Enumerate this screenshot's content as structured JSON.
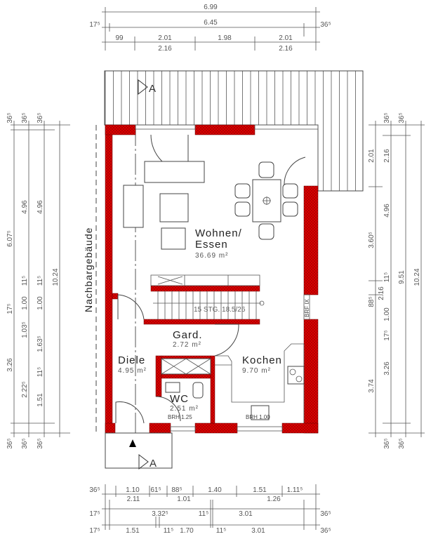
{
  "colors": {
    "wall": "#e00000",
    "line": "#444444",
    "background": "#ffffff"
  },
  "neighbor_label": "Nachbargebäude",
  "section_marker": "A",
  "rooms": {
    "wohnen_line1": "Wohnen/",
    "wohnen_line2": "Essen",
    "wohnen_area": "36.69 m²",
    "gard": "Gard.",
    "gard_area": "2.72 m²",
    "diele": "Diele",
    "diele_area": "4.95 m²",
    "kochen": "Kochen",
    "kochen_area": "9.70 m²",
    "wc": "WC",
    "wc_area": "2.51 m²"
  },
  "annotations": {
    "stair": "15 STG. 18.5/26",
    "brh_wc": "BRH 1.25",
    "brh_kitchen": "BRH 1.00",
    "window_right": "BRF IX"
  },
  "dimensions": {
    "top": [
      "6.99",
      "17⁵",
      "6.45",
      "36⁵",
      "99",
      "2.01",
      "1.98",
      "2.01",
      "2.16",
      "2.16"
    ],
    "bottom": [
      "36⁵",
      "1.10",
      "61⁵",
      "88⁵",
      "1.40",
      "1.51",
      "1.11⁵",
      "2.11",
      "1.01",
      "1.26",
      "17⁵",
      "3.32⁵",
      "11⁵",
      "3.01",
      "36⁵",
      "17⁵",
      "1.51",
      "11⁵",
      "1.70",
      "11⁵",
      "3.01",
      "36⁵"
    ],
    "left": [
      "36⁵",
      "36⁵",
      "36⁵",
      "6.07⁵",
      "17⁵",
      "3.26",
      "4.96",
      "11⁵",
      "1.00",
      "1.03⁵",
      "2.22⁵",
      "4.96",
      "11⁵",
      "1.00",
      "1.63⁵",
      "11⁵",
      "1.51",
      "10.24",
      "36⁵",
      "36⁵",
      "36⁵"
    ],
    "right": [
      "36⁵",
      "36⁵",
      "2.01",
      "3.60⁵",
      "88⁵",
      "3.74",
      "2.16",
      "4.96",
      "11⁵",
      "2.16",
      "1.00",
      "17⁵",
      "3.26",
      "9.51",
      "10.24",
      "36⁵",
      "36⁵"
    ]
  }
}
